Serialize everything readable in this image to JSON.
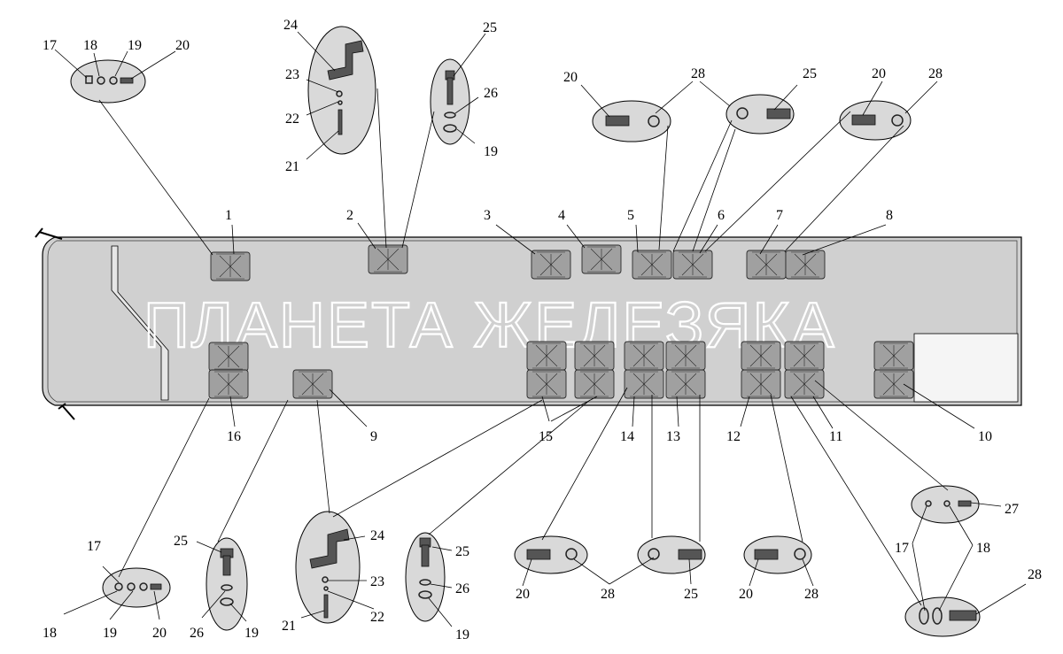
{
  "watermark": "ПЛАНЕТА ЖЕЛЕЗЯКА",
  "colors": {
    "body": "#d0d0d0",
    "seat": "#a0a0a0",
    "callout": "#d9d9d9"
  },
  "labels": {
    "l1": "1",
    "l2": "2",
    "l3": "3",
    "l4": "4",
    "l5": "5",
    "l6": "6",
    "l7": "7",
    "l8": "8",
    "l9": "9",
    "l10": "10",
    "l11": "11",
    "l12": "12",
    "l13": "13",
    "l14": "14",
    "l15": "15",
    "l16": "16",
    "a17": "17",
    "a18": "18",
    "a19": "19",
    "a20": "20",
    "b24": "24",
    "b23": "23",
    "b22": "22",
    "b21": "21",
    "c25": "25",
    "c26": "26",
    "c19": "19",
    "d20": "20",
    "d28": "28",
    "d25": "25",
    "e20": "20",
    "e28": "28",
    "f17": "17",
    "f18": "18",
    "f19": "19",
    "f20": "20",
    "g25": "25",
    "g26": "26",
    "g19": "19",
    "h24": "24",
    "h23": "23",
    "h21": "21",
    "h22": "22",
    "i25": "25",
    "i26": "26",
    "i19": "19",
    "j20": "20",
    "j28": "28",
    "j25": "25",
    "k20": "20",
    "k28": "28",
    "m27": "27",
    "m17": "17",
    "m18": "18",
    "m28": "28"
  }
}
